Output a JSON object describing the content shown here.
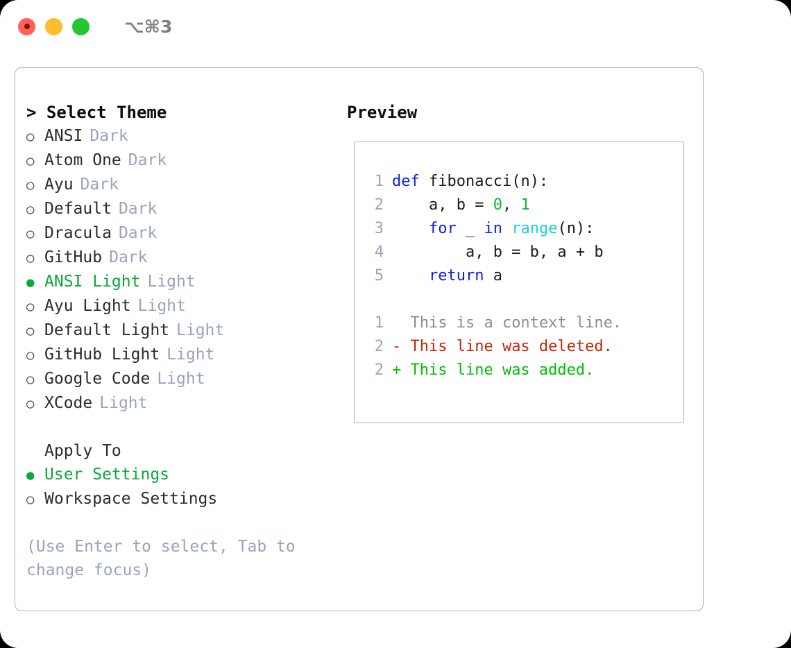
{
  "titlebar": {
    "shortcut": "⌥⌘3",
    "buttons": [
      {
        "name": "close",
        "color": "#ff6159"
      },
      {
        "name": "minimize",
        "color": "#ffbd2e"
      },
      {
        "name": "zoom",
        "color": "#22c82f"
      }
    ]
  },
  "theme_picker": {
    "heading": "> Select Theme",
    "selected_bullet": "●",
    "unselected_bullet": "○",
    "items": [
      {
        "label": "ANSI",
        "tag": "Dark",
        "selected": false
      },
      {
        "label": "Atom One",
        "tag": "Dark",
        "selected": false
      },
      {
        "label": "Ayu",
        "tag": "Dark",
        "selected": false
      },
      {
        "label": "Default",
        "tag": "Dark",
        "selected": false
      },
      {
        "label": "Dracula",
        "tag": "Dark",
        "selected": false
      },
      {
        "label": "GitHub",
        "tag": "Dark",
        "selected": false
      },
      {
        "label": "ANSI Light",
        "tag": "Light",
        "selected": true
      },
      {
        "label": "Ayu Light",
        "tag": "Light",
        "selected": false
      },
      {
        "label": "Default Light",
        "tag": "Light",
        "selected": false
      },
      {
        "label": "GitHub Light",
        "tag": "Light",
        "selected": false
      },
      {
        "label": "Google Code",
        "tag": "Light",
        "selected": false
      },
      {
        "label": "XCode",
        "tag": "Light",
        "selected": false
      }
    ]
  },
  "apply_to": {
    "heading": "Apply To",
    "items": [
      {
        "label": "User Settings",
        "selected": true
      },
      {
        "label": "Workspace Settings",
        "selected": false
      }
    ]
  },
  "hint": "(Use Enter to select, Tab to change focus)",
  "preview": {
    "title": "Preview",
    "code_lines": [
      {
        "no": "1",
        "tokens": [
          {
            "t": "def",
            "c": "kw"
          },
          {
            "t": " fibonacci(n):",
            "c": "plain"
          }
        ]
      },
      {
        "no": "2",
        "tokens": [
          {
            "t": "    a, b = ",
            "c": "plain"
          },
          {
            "t": "0",
            "c": "num"
          },
          {
            "t": ", ",
            "c": "plain"
          },
          {
            "t": "1",
            "c": "num"
          }
        ]
      },
      {
        "no": "3",
        "tokens": [
          {
            "t": "    ",
            "c": "plain"
          },
          {
            "t": "for",
            "c": "kw"
          },
          {
            "t": " _ ",
            "c": "plain"
          },
          {
            "t": "in",
            "c": "kw"
          },
          {
            "t": " ",
            "c": "plain"
          },
          {
            "t": "range",
            "c": "fn"
          },
          {
            "t": "(n):",
            "c": "plain"
          }
        ]
      },
      {
        "no": "4",
        "tokens": [
          {
            "t": "        a, b = b, a + b",
            "c": "plain"
          }
        ]
      },
      {
        "no": "5",
        "tokens": [
          {
            "t": "    ",
            "c": "plain"
          },
          {
            "t": "return",
            "c": "kw"
          },
          {
            "t": " a",
            "c": "plain"
          }
        ]
      }
    ],
    "diff_lines": [
      {
        "no": "1",
        "marker": " ",
        "text": "This is a context line.",
        "kind": "ctx"
      },
      {
        "no": "2",
        "marker": "-",
        "text": "This line was deleted.",
        "kind": "del"
      },
      {
        "no": "2",
        "marker": "+",
        "text": "This line was added.",
        "kind": "add"
      }
    ]
  },
  "colors": {
    "accent_green": "#0ba83a",
    "tag_gray": "#9aa4b8",
    "border": "#a8b2c1",
    "keyword_blue": "#0a1fe8",
    "function_cyan": "#16d5d5",
    "number_green": "#00bb2d",
    "diff_del_red": "#c52605",
    "diff_add_green": "#00c000",
    "diff_ctx_gray": "#888e99"
  }
}
